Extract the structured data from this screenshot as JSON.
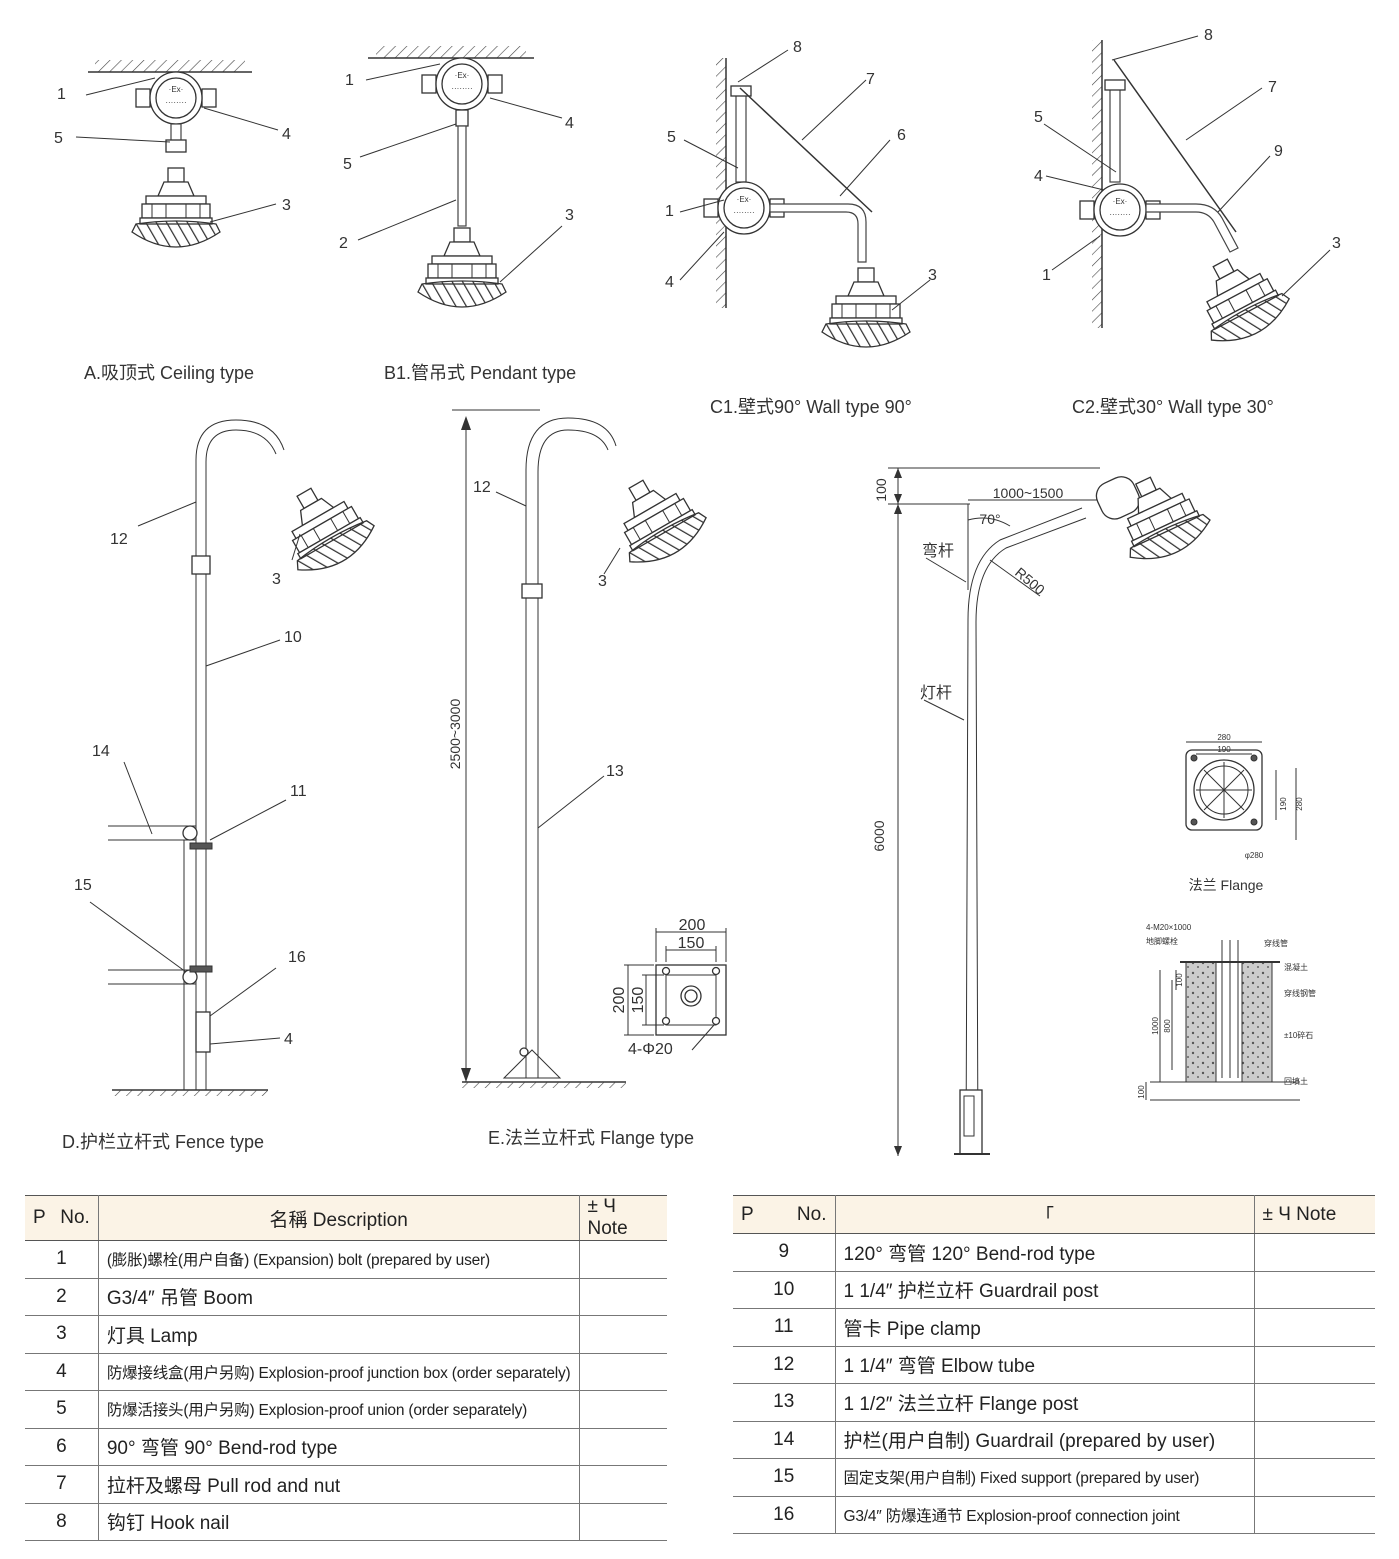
{
  "captions": {
    "a": "A.吸顶式 Ceiling type",
    "b1": "B1.管吊式 Pendant type",
    "c1": "C1.壁式90° Wall type 90°",
    "c2": "C2.壁式30° Wall type 30°",
    "d": "D.护栏立杆式 Fence type",
    "e": "E.法兰立杆式 Flange type"
  },
  "callouts": {
    "n1": "1",
    "n2": "2",
    "n3": "3",
    "n4": "4",
    "n5": "5",
    "n6": "6",
    "n7": "7",
    "n8": "8",
    "n9": "9",
    "n10": "10",
    "n11": "11",
    "n12": "12",
    "n13": "13",
    "n14": "14",
    "n15": "15",
    "n16": "16"
  },
  "dimensions": {
    "height_e": "2500~3000",
    "flange_w_outer": "200",
    "flange_w_inner": "150",
    "flange_h_outer": "200",
    "flange_h_inner": "150",
    "flange_holes": "4-Φ20",
    "top_100": "100",
    "reach": "1000~1500",
    "angle": "70°",
    "radius": "R500",
    "pole_height": "6000",
    "bend_rod_label": "弯杆",
    "pole_label": "灯杆",
    "flange_caption": "法兰 Flange",
    "flange_dims": [
      "280",
      "190",
      "190",
      "280",
      "φ280"
    ],
    "foundation_dims": [
      "4-M20×1000",
      "地脚螺栓",
      "穿线管",
      "混凝土",
      "穿线钢管",
      "±10碎石",
      "回填土",
      "100",
      "1000",
      "800",
      "100"
    ]
  },
  "table_left": {
    "headers": {
      "p": "P",
      "no": "No.",
      "desc": "名稱 Description",
      "note": "± Ч Note"
    },
    "rows": [
      {
        "no": "1",
        "desc": "(膨胀)螺栓(用户自备) (Expansion) bolt (prepared by user)",
        "small": true
      },
      {
        "no": "2",
        "desc": "G3/4″ 吊管 Boom",
        "small": false
      },
      {
        "no": "3",
        "desc": "灯具 Lamp",
        "small": false
      },
      {
        "no": "4",
        "desc": "防爆接线盒(用户另购) Explosion-proof junction box (order separately)",
        "small": true
      },
      {
        "no": "5",
        "desc": "防爆活接头(用户另购) Explosion-proof union (order separately)",
        "small": true
      },
      {
        "no": "6",
        "desc": "90° 弯管 90° Bend-rod type",
        "small": false
      },
      {
        "no": "7",
        "desc": "拉杆及螺母 Pull rod and nut",
        "small": false
      },
      {
        "no": "8",
        "desc": "钩钉 Hook nail",
        "small": false
      }
    ]
  },
  "table_right": {
    "headers": {
      "p": "P",
      "no": "No.",
      "desc": "「",
      "note": "± Ч Note"
    },
    "rows": [
      {
        "no": "9",
        "desc": "120° 弯管 120° Bend-rod type",
        "small": false
      },
      {
        "no": "10",
        "desc": "1 1/4″ 护栏立杆 Guardrail post",
        "small": false
      },
      {
        "no": "11",
        "desc": "管卡 Pipe clamp",
        "small": false
      },
      {
        "no": "12",
        "desc": "1 1/4″ 弯管 Elbow tube",
        "small": false
      },
      {
        "no": "13",
        "desc": "1 1/2″ 法兰立杆 Flange post",
        "small": false
      },
      {
        "no": "14",
        "desc": "护栏(用户自制) Guardrail (prepared by user)",
        "small": false
      },
      {
        "no": "15",
        "desc": "固定支架(用户自制) Fixed support (prepared by user)",
        "small": true
      },
      {
        "no": "16",
        "desc": "G3/4″ 防爆连通节 Explosion-proof connection joint",
        "small": true
      }
    ]
  }
}
